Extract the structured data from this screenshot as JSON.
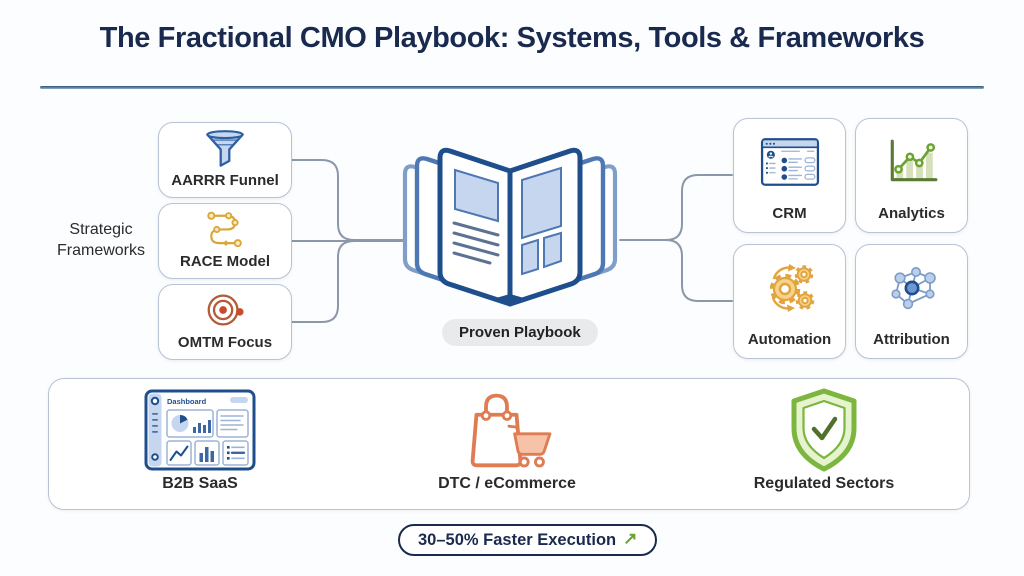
{
  "header": {
    "title": "The Fractional CMO Playbook: Systems, Tools & Frameworks"
  },
  "left": {
    "group_label_line1": "Strategic",
    "group_label_line2": "Frameworks",
    "items": [
      {
        "label": "AARRR Funnel",
        "icon": "funnel-icon"
      },
      {
        "label": "RACE Model",
        "icon": "journey-path-icon"
      },
      {
        "label": "OMTM Focus",
        "icon": "target-icon"
      }
    ]
  },
  "center": {
    "icon": "open-book-icon",
    "caption": "Proven Playbook"
  },
  "right": {
    "items": [
      {
        "label": "CRM",
        "icon": "crm-window-icon"
      },
      {
        "label": "Analytics",
        "icon": "analytics-chart-icon"
      },
      {
        "label": "Automation",
        "icon": "automation-gears-icon"
      },
      {
        "label": "Attribution",
        "icon": "attribution-network-icon"
      }
    ]
  },
  "bottom": {
    "dashboard_title": "Dashboard",
    "items": [
      {
        "label": "B2B SaaS",
        "icon": "dashboard-icon"
      },
      {
        "label": "DTC / eCommerce",
        "icon": "shopping-bag-cart-icon"
      },
      {
        "label": "Regulated Sectors",
        "icon": "shield-check-icon"
      }
    ]
  },
  "footer": {
    "badge": "30–50% Faster Execution",
    "arrow": "↗",
    "arrow_icon": "arrow-up-right-icon"
  },
  "colors": {
    "title": "#1a2a4f",
    "rule_dark": "#31506f",
    "rule_light": "#8fb0cd",
    "connector": "#8b98aa",
    "card_border": "#b8c3d4",
    "text": "#2b2b2b",
    "pill_bg": "#e9eaec",
    "navy": "#1f4e8c",
    "blue": "#2e5fa3",
    "blue_light": "#c6d6ef",
    "mid_blue": "#3c66a4",
    "page_outer": "#7f9fca",
    "page_mid": "#4e78b4",
    "book_line": "#5d7292",
    "panel_border": "#9db4d4",
    "gold": "#d9a637",
    "gold_light": "#faeab8",
    "rust": "#b55a39",
    "rust_dark": "#c94b2b",
    "green": "#6ba32f",
    "green_dark": "#5a7a33",
    "green_light": "#d6e0ba",
    "amber": "#e2a43e",
    "amber_light": "#f7d38a",
    "orange": "#df7c52",
    "orange_light": "#f6c3a8",
    "shield_green": "#7cb63f",
    "shield_light": "#e6f3cf",
    "shield_dark": "#50702c",
    "node_light": "#b9cfec",
    "node_mid": "#6f97d2",
    "node_edge": "#7e9cc4"
  }
}
